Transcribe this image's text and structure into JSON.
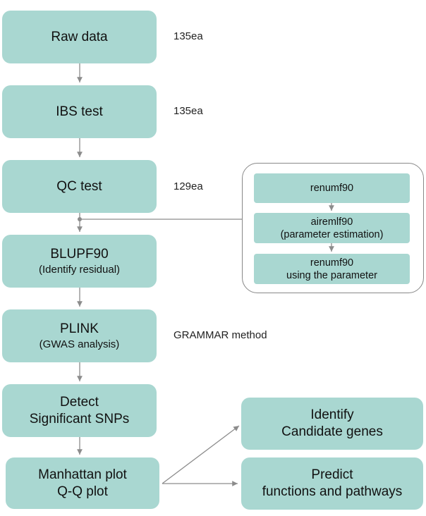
{
  "steps": {
    "raw": {
      "label": "Raw data",
      "count": "135ea"
    },
    "ibs": {
      "label": "IBS test",
      "count": "135ea"
    },
    "qc": {
      "label": "QC test",
      "count": "129ea"
    },
    "blupf": {
      "label": "BLUPF90",
      "sub": "(Identify residual)"
    },
    "plink": {
      "label": "PLINK",
      "sub": "(GWAS analysis)",
      "note": "GRAMMAR method"
    },
    "detect": {
      "line1": "Detect",
      "line2": "Significant SNPs"
    },
    "manhattan": {
      "line1": "Manhattan plot",
      "line2": "Q-Q plot"
    },
    "identify": {
      "line1": "Identify",
      "line2": "Candidate genes"
    },
    "predict": {
      "line1": "Predict",
      "line2": "functions and pathways"
    }
  },
  "side_panel": {
    "renumf90": "renumf90",
    "airemlf90": {
      "line1": "airemlf90",
      "line2": "(parameter estimation)"
    },
    "renumf90_param": {
      "line1": "renumf90",
      "line2": "using the parameter"
    }
  },
  "colors": {
    "box_fill": "#a9d7d1",
    "line": "#8c8c8c"
  }
}
